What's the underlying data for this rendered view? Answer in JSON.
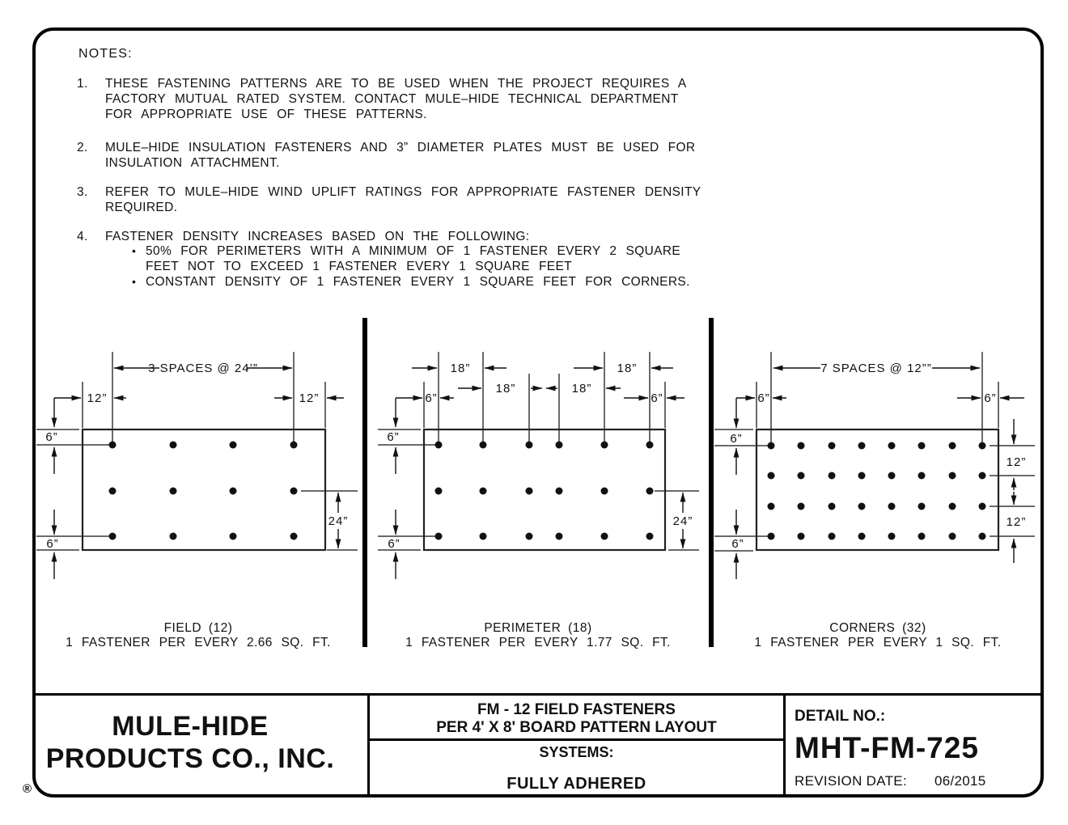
{
  "sheet": {
    "registered_mark": "®"
  },
  "notes": {
    "heading": "NOTES:",
    "items": [
      {
        "num": "1.",
        "text": "THESE FASTENING PATTERNS ARE TO BE USED WHEN THE PROJECT REQUIRES A\nFACTORY MUTUAL RATED SYSTEM.  CONTACT MULE–HIDE TECHNICAL DEPARTMENT\nFOR APPROPRIATE USE OF THESE PATTERNS."
      },
      {
        "num": "2.",
        "text": "MULE–HIDE INSULATION FASTENERS AND 3” DIAMETER PLATES MUST BE USED FOR\nINSULATION ATTACHMENT."
      },
      {
        "num": "3.",
        "text": "REFER TO MULE–HIDE WIND UPLIFT RATINGS FOR APPROPRIATE FASTENER DENSITY\nREQUIRED."
      },
      {
        "num": "4.",
        "text": "FASTENER DENSITY INCREASES BASED ON THE FOLLOWING:"
      }
    ],
    "bullets": [
      {
        "glyph": "•",
        "text": "50% FOR PERIMETERS WITH A MINIMUM OF 1 FASTENER EVERY 2 SQUARE\nFEET NOT TO EXCEED 1 FASTENER EVERY 1 SQUARE FEET"
      },
      {
        "glyph": "•",
        "text": "CONSTANT DENSITY OF 1 FASTENER EVERY 1 SQUARE FEET FOR CORNERS."
      }
    ]
  },
  "diagrams": [
    {
      "title": "FIELD (12)",
      "density": "1 FASTENER PER EVERY 2.66 SQ. FT.",
      "fastener_count": 12,
      "dims": {
        "span": "3 SPACES @ 24’”",
        "offset_left": "12”",
        "offset_right": "12”",
        "edge_top": "6”",
        "edge_bottom": "6”",
        "row_spacing": "24”"
      },
      "dots": {
        "xs": [
          97,
          172,
          246,
          321
        ],
        "ys": [
          160,
          217,
          273
        ],
        "r": 4.5
      }
    },
    {
      "title": "PERIMETER (18)",
      "density": "1 FASTENER PER EVERY 1.77 SQ. FT.",
      "fastener_count": 18,
      "dims": {
        "spacing_outer_left": "18”",
        "spacing_outer_right": "18”",
        "spacing_inner_left": "18”",
        "spacing_inner_right": "18”",
        "offset_left": "6”",
        "offset_right": "6”",
        "edge_top": "6”",
        "edge_bottom": "6”",
        "row_spacing": "24”"
      },
      "dots": {
        "xs": [
          88,
          143,
          200,
          237,
          293,
          349
        ],
        "ys": [
          160,
          217,
          273
        ],
        "r": 4.5
      }
    },
    {
      "title": "CORNERS (32)",
      "density": "1 FASTENER PER EVERY 1 SQ. FT.",
      "fastener_count": 32,
      "dims": {
        "span": "7 SPACES @ 12””",
        "offset_left": "6”",
        "offset_right": "6”",
        "edge_top": "6”",
        "edge_bottom": "6”",
        "row_spacing_1": "12”",
        "row_spacing_2": "12”"
      },
      "dots": {
        "xs": [
          70,
          107,
          145,
          182,
          219,
          256,
          294,
          331
        ],
        "ys": [
          161,
          198,
          236,
          273
        ],
        "r": 4.5
      }
    }
  ],
  "title_block": {
    "company_line1": "MULE-HIDE",
    "company_line2": "PRODUCTS CO., INC.",
    "drawing_title_line1": "FM - 12 FIELD FASTENERS",
    "drawing_title_line2": "PER 4' X 8' BOARD PATTERN LAYOUT",
    "systems_label": "SYSTEMS:",
    "systems_value": "FULLY ADHERED",
    "detail_no_label": "DETAIL NO.:",
    "detail_no": "MHT-FM-725",
    "revision_label": "REVISION  DATE:",
    "revision_date": "06/2015"
  }
}
